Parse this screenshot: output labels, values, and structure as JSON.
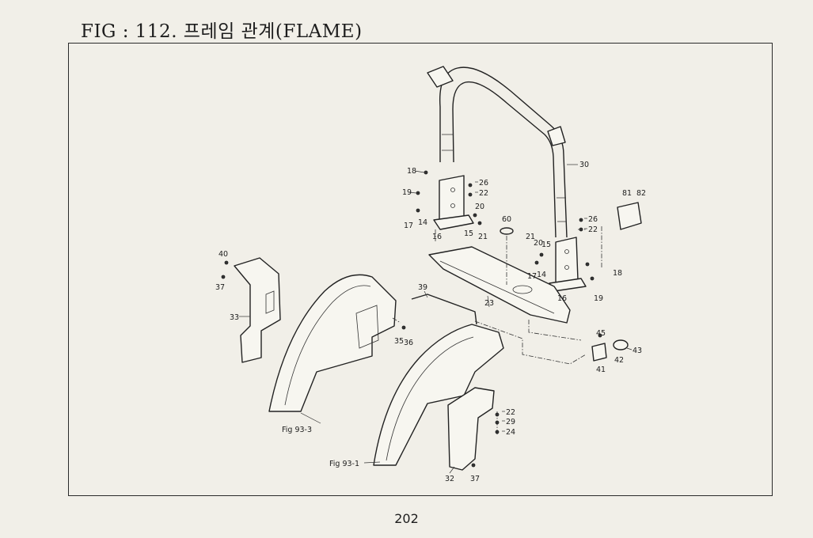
{
  "header": {
    "title": "FIG : 112. 프레임 관계(FLAME)"
  },
  "diagram": {
    "part_labels": {
      "p18a": "18",
      "p19a": "19",
      "p17a": "17",
      "p14a": "14",
      "p16a": "16",
      "p15a": "15",
      "p21a": "21",
      "p20a": "20",
      "p26a": "26",
      "p22a": "22",
      "p60": "60",
      "p30": "30",
      "p81": "81",
      "p82": "82",
      "p26b": "26",
      "p22b": "22",
      "p21b": "21",
      "p20b": "20",
      "p15b": "15",
      "p17b": "17",
      "p14b": "14",
      "p16b": "16",
      "p18b": "18",
      "p19b": "19",
      "p23": "23",
      "p40": "40",
      "p37a": "37",
      "p33": "33",
      "p39": "39",
      "p35": "35",
      "p36": "36",
      "p45": "45",
      "p43": "43",
      "p41": "41",
      "p42": "42",
      "p22c": "22",
      "p29": "29",
      "p24": "24",
      "p32": "32",
      "p37b": "37",
      "fig93_3": "Fig 93-3",
      "fig93_1": "Fig 93-1"
    }
  },
  "footer": {
    "page_number": "202"
  }
}
